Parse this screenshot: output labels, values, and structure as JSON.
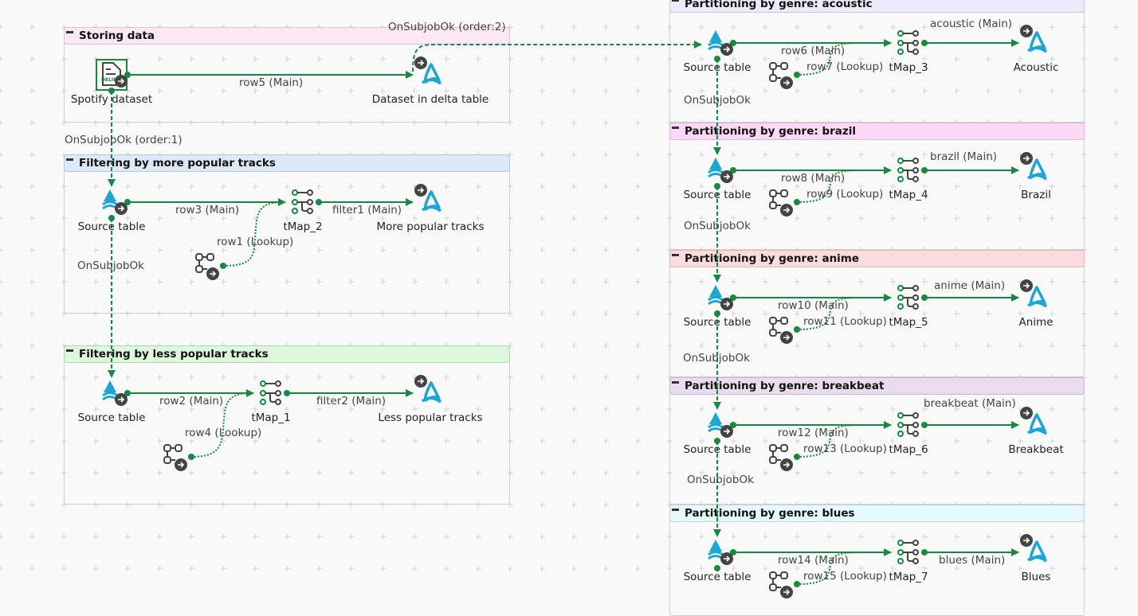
{
  "colors": {
    "wire": "#138a3d",
    "delta_blue": "#1aa7d8",
    "node_dark": "#444444",
    "header_storing": "#fde8f3",
    "header_more": "#dbe9f8",
    "header_less": "#dcf9dc",
    "header_acoustic": "#ebebfb",
    "header_brazil": "#fbd9f7",
    "header_anime": "#fbdcdc",
    "header_breakbeat": "#ebdbee",
    "header_blues": "#e5fbfb"
  },
  "groups": {
    "storing": {
      "title": "Storing data"
    },
    "more": {
      "title": "Filtering by more popular tracks"
    },
    "less": {
      "title": "Filtering by less popular tracks"
    },
    "acoustic": {
      "title": "Partitioning by genre: acoustic"
    },
    "brazil": {
      "title": "Partitioning by genre: brazil"
    },
    "anime": {
      "title": "Partitioning by genre: anime"
    },
    "breakbeat": {
      "title": "Partitioning by genre: breakbeat"
    },
    "blues": {
      "title": "Partitioning by genre: blues"
    }
  },
  "nodes": {
    "spotify": {
      "label": "Spotify dataset",
      "icon_text": "DELIM"
    },
    "delta": {
      "label": "Dataset in delta table"
    },
    "src_more": {
      "label": "Source table"
    },
    "tmap2": {
      "label": "tMap_2"
    },
    "more_out": {
      "label": "More popular tracks"
    },
    "src_less": {
      "label": "Source table"
    },
    "tmap1": {
      "label": "tMap_1"
    },
    "less_out": {
      "label": "Less popular tracks"
    },
    "src_acoustic": {
      "label": "Source table"
    },
    "tmap3": {
      "label": "tMap_3"
    },
    "acoustic_out": {
      "label": "Acoustic"
    },
    "src_brazil": {
      "label": "Source table"
    },
    "tmap4": {
      "label": "tMap_4"
    },
    "brazil_out": {
      "label": "Brazil"
    },
    "src_anime": {
      "label": "Source table"
    },
    "tmap5": {
      "label": "tMap_5"
    },
    "anime_out": {
      "label": "Anime"
    },
    "src_breakbeat": {
      "label": "Source table"
    },
    "tmap6": {
      "label": "tMap_6"
    },
    "breakbeat_out": {
      "label": "Breakbeat"
    },
    "src_blues": {
      "label": "Source table"
    },
    "tmap7": {
      "label": "tMap_7"
    },
    "blues_out": {
      "label": "Blues"
    }
  },
  "links": {
    "row5": "row5 (Main)",
    "order2": "OnSubjobOk (order:2)",
    "order1": "OnSubjobOk (order:1)",
    "row3": "row3 (Main)",
    "row1": "row1 (Lookup)",
    "filter1": "filter1 (Main)",
    "ok_more": "OnSubjobOk",
    "row2": "row2 (Main)",
    "row4": "row4 (Lookup)",
    "filter2": "filter2 (Main)",
    "row6": "row6 (Main)",
    "row7": "row7 (Lookup)",
    "acoustic_main": "acoustic (Main)",
    "ok_acoustic": "OnSubjobOk",
    "row8": "row8 (Main)",
    "row9": "row9 (Lookup)",
    "brazil_main": "brazil (Main)",
    "ok_brazil": "OnSubjobOk",
    "row10": "row10 (Main)",
    "row11": "row11 (Lookup)",
    "anime_main": "anime (Main)",
    "ok_anime": "OnSubjobOk",
    "row12": "row12 (Main)",
    "row13": "row13 (Lookup)",
    "breakbeat_main": "breakbeat (Main)",
    "ok_breakbeat": "OnSubjobOk",
    "row14": "row14 (Main)",
    "row15": "row15 (Lookup)",
    "blues_main": "blues (Main)"
  }
}
